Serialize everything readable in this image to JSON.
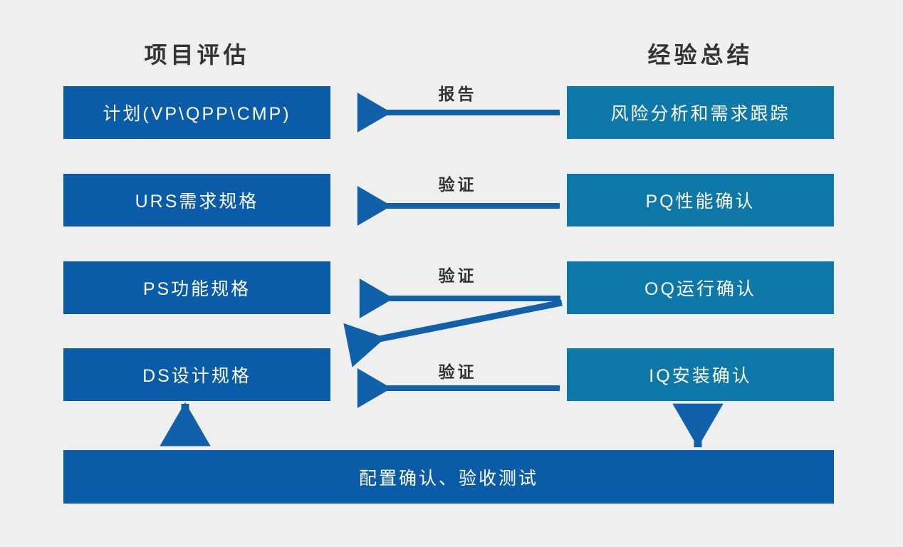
{
  "diagram": {
    "title": "V-Model Validation Diagram",
    "background_color": "#efefef",
    "left_color": "#0a5ca8",
    "right_color": "#0e79a9",
    "arrow_color": "#1060aa",
    "heading_color": "#333333",
    "box_text_color": "#ffffff"
  },
  "headings": {
    "left": "项目评估",
    "right": "经验总结"
  },
  "left_boxes": [
    {
      "label": "计划(VP\\QPP\\CMP)"
    },
    {
      "label": "URS需求规格"
    },
    {
      "label": "PS功能规格"
    },
    {
      "label": "DS设计规格"
    }
  ],
  "right_boxes": [
    {
      "label": "风险分析和需求跟踪"
    },
    {
      "label": "PQ性能确认"
    },
    {
      "label": "OQ运行确认"
    },
    {
      "label": "IQ安装确认"
    }
  ],
  "bottom_box": {
    "label": "配置确认、验收测试"
  },
  "arrow_labels": [
    {
      "text": "报告"
    },
    {
      "text": "验证"
    },
    {
      "text": "验证"
    },
    {
      "text": "验证"
    }
  ],
  "connectors": [
    {
      "name": "report-arrow-row1",
      "from": "风险分析和需求跟踪",
      "to": "计划(VP\\QPP\\CMP)",
      "direction": "right-to-left"
    },
    {
      "name": "verify-arrow-row2",
      "from": "PQ性能确认",
      "to": "URS需求规格",
      "direction": "right-to-left"
    },
    {
      "name": "verify-arrow-row3",
      "from": "OQ运行确认",
      "to": "PS功能规格",
      "direction": "right-to-left"
    },
    {
      "name": "verify-arrow-diagonal",
      "from": "OQ运行确认",
      "to": "DS设计规格",
      "direction": "diagonal-down-left"
    },
    {
      "name": "verify-arrow-row4",
      "from": "IQ安装确认",
      "to": "DS设计规格",
      "direction": "right-to-left"
    },
    {
      "name": "down-arrow-ds-bottom",
      "from": "DS设计规格",
      "to": "配置确认、验收测试",
      "direction": "down"
    },
    {
      "name": "up-arrow-bottom-iq",
      "from": "配置确认、验收测试",
      "to": "IQ安装确认",
      "direction": "up"
    }
  ]
}
